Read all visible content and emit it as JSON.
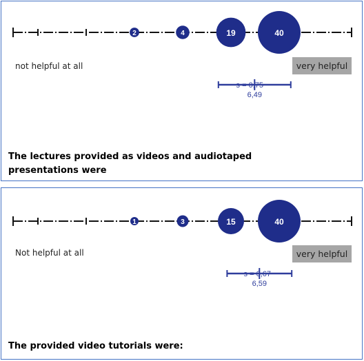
{
  "chart_data": [
    {
      "type": "bubble-scale",
      "scale_min": 1,
      "scale_max": 7,
      "categories": [
        1,
        2,
        3,
        4,
        5,
        6,
        7
      ],
      "values": [
        0,
        0,
        0,
        2,
        4,
        19,
        40
      ],
      "counts": [
        "",
        "",
        "",
        "2",
        "4",
        "19",
        "40"
      ],
      "anchor_left": "not helpful at all",
      "anchor_right": "very helpful",
      "sd_label": "s = 0,75",
      "sd": 0.75,
      "mean_label": "6,49",
      "mean": 6.49,
      "question": "The lectures provided as videos and audiotaped presentations were",
      "colors": {
        "bubble": "#1f2d8a",
        "axis": "#111111",
        "stat": "#2e3d9c",
        "anchor_box": "#a6a6a6"
      }
    },
    {
      "type": "bubble-scale",
      "scale_min": 1,
      "scale_max": 7,
      "categories": [
        1,
        2,
        3,
        4,
        5,
        6,
        7
      ],
      "values": [
        0,
        0,
        0,
        1,
        3,
        15,
        40
      ],
      "counts": [
        "",
        "",
        "",
        "1",
        "3",
        "15",
        "40"
      ],
      "anchor_left": "Not helpful at all",
      "anchor_right": "very helpful",
      "sd_label": "s = 0,67",
      "sd": 0.67,
      "mean_label": "6,59",
      "mean": 6.59,
      "question": "The provided video tutorials were:",
      "colors": {
        "bubble": "#1f2d8a",
        "axis": "#111111",
        "stat": "#2e3d9c",
        "anchor_box": "#a6a6a6"
      }
    }
  ]
}
